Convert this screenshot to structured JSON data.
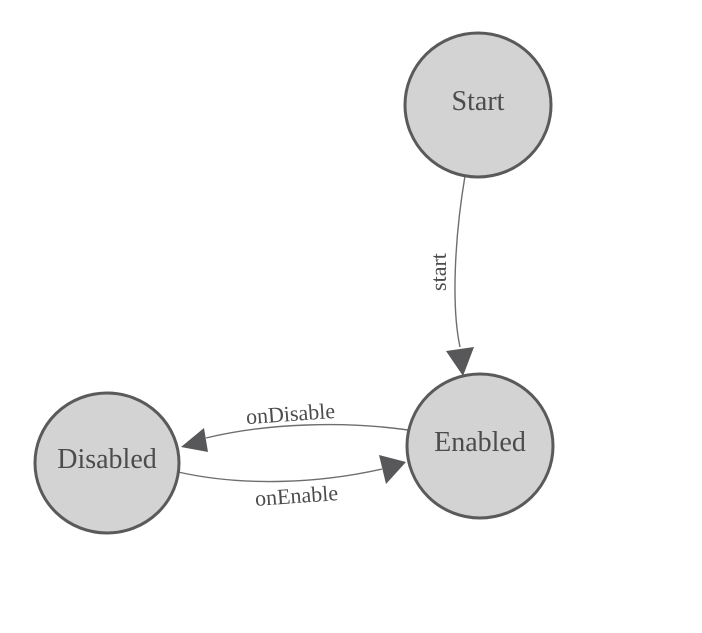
{
  "diagram": {
    "type": "state-machine",
    "background_color": "#ffffff",
    "node_fill_color": "#d3d3d3",
    "node_border_color": "#5a5a5a",
    "edge_line_color": "#6e6e6e",
    "arrowhead_color": "#58585a",
    "text_color": "#4c4c4c",
    "nodes": [
      {
        "id": "start",
        "label": "Start"
      },
      {
        "id": "enabled",
        "label": "Enabled"
      },
      {
        "id": "disabled",
        "label": "Disabled"
      }
    ],
    "edges": [
      {
        "id": "start-to-enabled",
        "label": "start",
        "from": "Start",
        "to": "Enabled"
      },
      {
        "id": "enabled-to-disabled",
        "label": "onDisable",
        "from": "Enabled",
        "to": "Disabled"
      },
      {
        "id": "disabled-to-enabled",
        "label": "onEnable",
        "from": "Disabled",
        "to": "Enabled"
      }
    ]
  }
}
